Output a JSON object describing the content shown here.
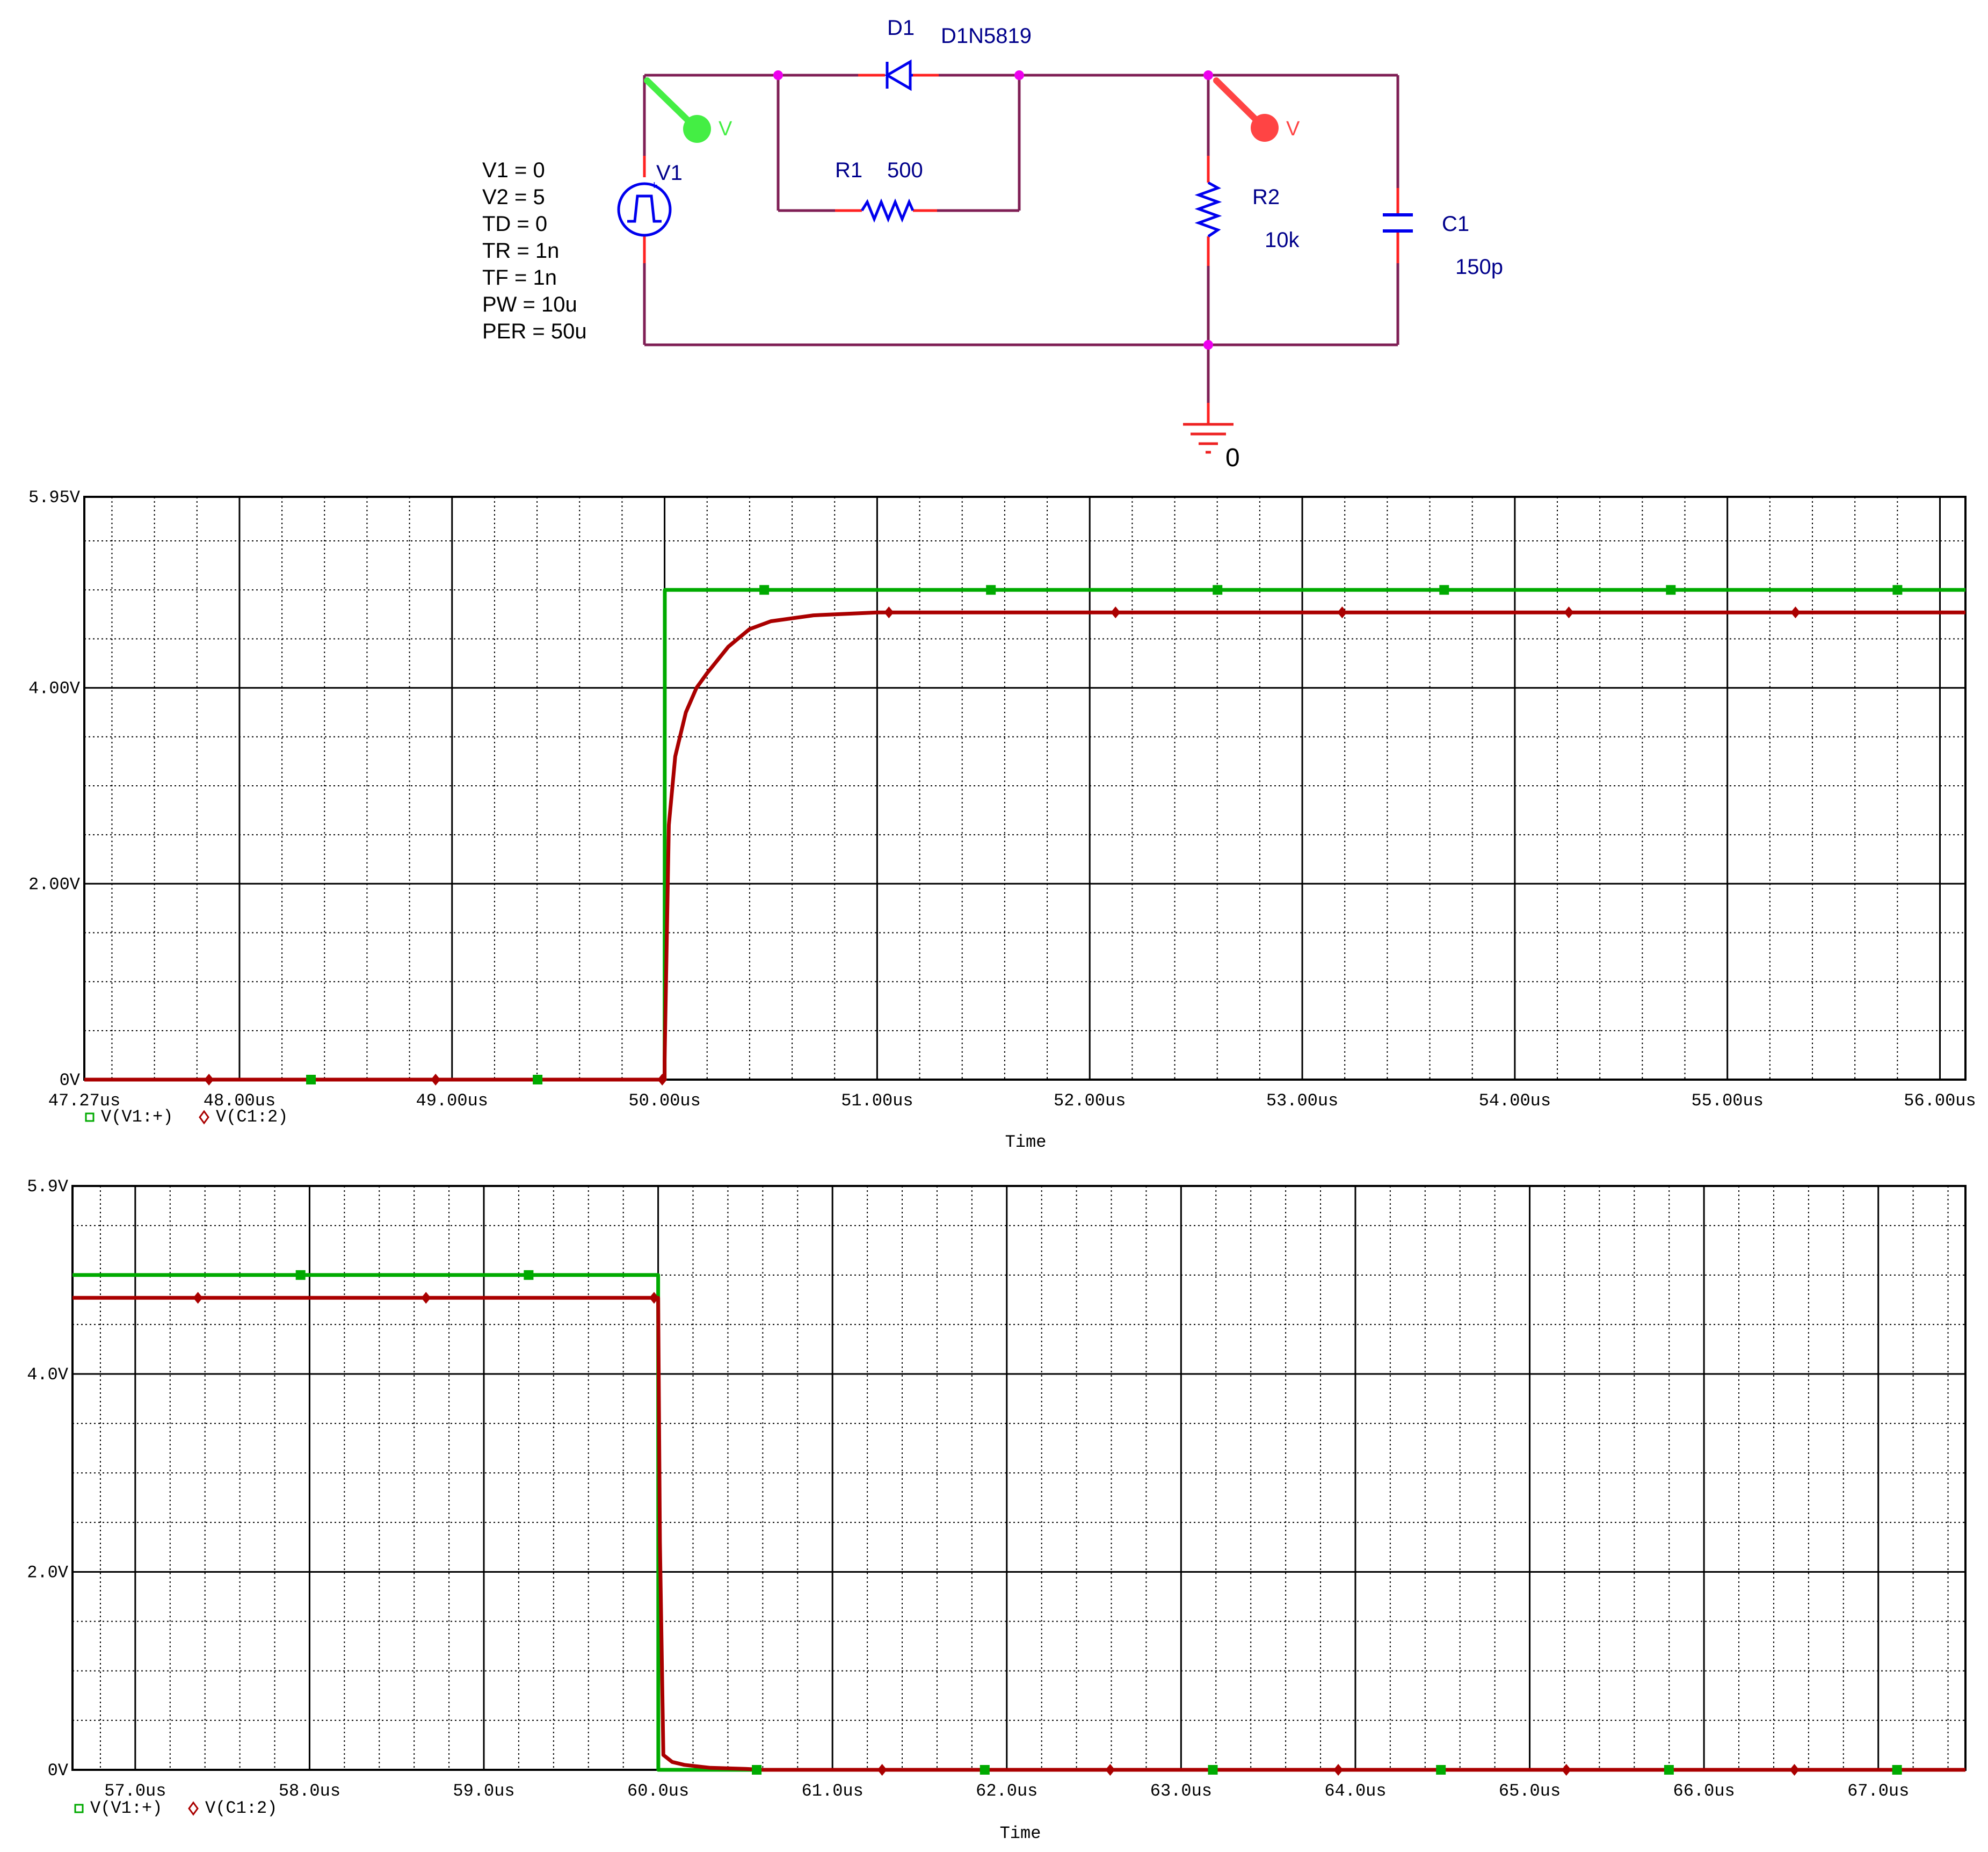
{
  "schematic": {
    "source": {
      "ref": "V1",
      "params": [
        "V1 = 0",
        "V2 = 5",
        "TD = 0",
        "TR = 1n",
        "TF = 1n",
        "PW = 10u",
        "PER = 50u"
      ]
    },
    "diode": {
      "ref": "D1",
      "model": "D1N5819"
    },
    "r1": {
      "ref": "R1",
      "value": "500"
    },
    "r2": {
      "ref": "R2",
      "value": "10k"
    },
    "c1": {
      "ref": "C1",
      "value": "150p"
    },
    "ground": {
      "label": "0"
    },
    "probe_v1": {
      "label": "V",
      "color": "#44ee44"
    },
    "probe_c1": {
      "label": "V",
      "color": "#ff4444"
    }
  },
  "colors": {
    "v1": "#00aa00",
    "c1": "#aa0000",
    "grid": "#000000",
    "wire": "#7f1f55",
    "component": "#0000ee",
    "pin": "#ff2222",
    "node": "#ee00ee"
  },
  "chart_data": [
    {
      "type": "line",
      "xlabel": "Time",
      "xlim": [
        47.27,
        56.12
      ],
      "ylim": [
        0,
        5.95
      ],
      "x_ticks": [
        "47.27us",
        "48.00us",
        "49.00us",
        "50.00us",
        "51.00us",
        "52.00us",
        "53.00us",
        "54.00us",
        "55.00us",
        "56.00us"
      ],
      "x_tick_values": [
        47.27,
        48,
        49,
        50,
        51,
        52,
        53,
        54,
        55,
        56
      ],
      "y_ticks": [
        "0V",
        "2.00V",
        "4.00V",
        "5.95V"
      ],
      "y_tick_values": [
        0,
        2,
        4,
        5.95
      ],
      "legend": [
        "V(V1:+)",
        "V(C1:2)"
      ],
      "series": [
        {
          "name": "V(V1:+)",
          "x": [
            47.27,
            50.0,
            50.001,
            56.12
          ],
          "y": [
            0,
            0,
            5.0,
            5.0
          ]
        },
        {
          "name": "V(C1:2)",
          "x": [
            47.27,
            50.0,
            50.0,
            50.02,
            50.05,
            50.1,
            50.15,
            50.2,
            50.3,
            50.4,
            50.5,
            50.7,
            51.0,
            52.0,
            56.12
          ],
          "y": [
            0,
            0,
            0.2,
            2.6,
            3.3,
            3.75,
            4.0,
            4.15,
            4.42,
            4.6,
            4.68,
            4.74,
            4.77,
            4.77,
            4.77
          ]
        }
      ]
    },
    {
      "type": "line",
      "xlabel": "Time",
      "xlim": [
        56.64,
        67.5
      ],
      "ylim": [
        0,
        5.9
      ],
      "x_ticks": [
        "57.0us",
        "58.0us",
        "59.0us",
        "60.0us",
        "61.0us",
        "62.0us",
        "63.0us",
        "64.0us",
        "65.0us",
        "66.0us",
        "67.0us"
      ],
      "x_tick_values": [
        57,
        58,
        59,
        60,
        61,
        62,
        63,
        64,
        65,
        66,
        67
      ],
      "y_ticks": [
        "0V",
        "2.0V",
        "4.0V",
        "5.9V"
      ],
      "y_tick_values": [
        0,
        2,
        4,
        5.9
      ],
      "legend": [
        "V(V1:+)",
        "V(C1:2)"
      ],
      "series": [
        {
          "name": "V(V1:+)",
          "x": [
            56.64,
            60.0,
            60.001,
            67.5
          ],
          "y": [
            5.0,
            5.0,
            0,
            0
          ]
        },
        {
          "name": "V(C1:2)",
          "x": [
            56.64,
            60.0,
            60.01,
            60.03,
            60.08,
            60.15,
            60.3,
            60.5,
            60.6,
            67.5
          ],
          "y": [
            4.77,
            4.77,
            2.3,
            0.15,
            0.08,
            0.05,
            0.02,
            0.01,
            0,
            0
          ]
        }
      ]
    }
  ]
}
